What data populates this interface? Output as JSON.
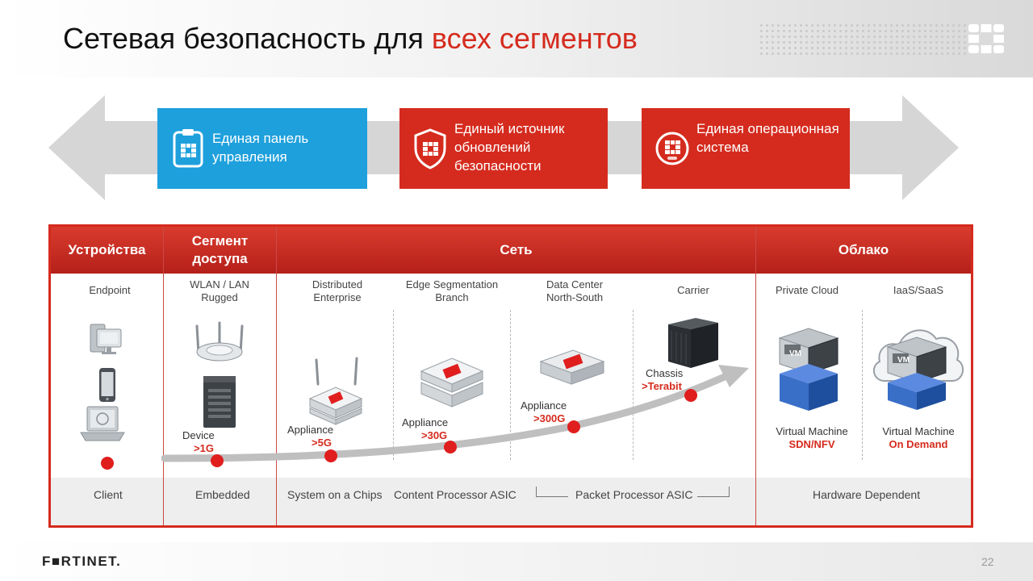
{
  "slide": {
    "title_part1": "Сетевая безопасность для",
    "title_part2": "всех сегментов",
    "brand_name": "F■RTINET.",
    "page_number": "22"
  },
  "features": [
    {
      "text": "Единая панель управления",
      "color": "#1ea0dc",
      "icon": "clipboard-icon"
    },
    {
      "text": "Единый источник обновлений безопасности",
      "color": "#d52b1e",
      "icon": "shield-icon"
    },
    {
      "text": "Единая операционная система",
      "color": "#d52b1e",
      "icon": "os-chip-icon"
    }
  ],
  "columns": {
    "devices": "Устройства",
    "access": "Сегмент доступа",
    "network": "Сеть",
    "cloud": "Облако"
  },
  "subcolumns": {
    "endpoint": "Endpoint",
    "wlan": "WLAN / LAN Rugged",
    "distributed": "Distributed Enterprise",
    "edge": "Edge Segmentation Branch",
    "datacenter": "Data Center North-South",
    "carrier": "Carrier",
    "private_cloud": "Private Cloud",
    "iaas": "IaaS/SaaS"
  },
  "performance": {
    "device_label": "Device",
    "device_value": ">1G",
    "appliance1_label": "Appliance",
    "appliance1_value": ">5G",
    "appliance2_label": "Appliance",
    "appliance2_value": ">30G",
    "appliance3_label": "Appliance",
    "appliance3_value": ">300G",
    "chassis_label": "Chassis",
    "chassis_value": ">Terabit"
  },
  "cloud_items": {
    "vm1_label": "Virtual Machine",
    "vm1_value": "SDN/NFV",
    "vm2_label": "Virtual Machine",
    "vm2_value": "On Demand",
    "vm_badge": "VM"
  },
  "footer_row": {
    "client": "Client",
    "embedded": "Embedded",
    "soc": "System on a Chips",
    "cp_asic": "Content Processor ASIC",
    "np_asic": "Packet Processor ASIC",
    "hw": "Hardware Dependent"
  },
  "colors": {
    "brand_red": "#d52b1e",
    "brand_blue": "#1ea0dc",
    "arrow_gray": "#d6d6d6"
  }
}
